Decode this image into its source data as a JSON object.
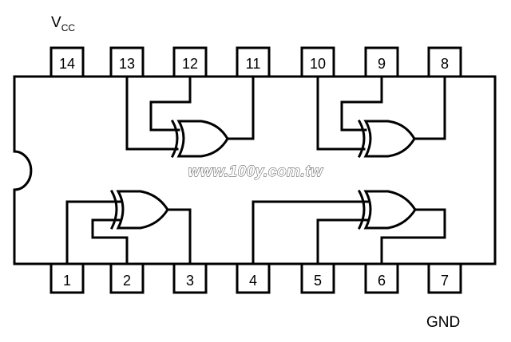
{
  "supply_label": {
    "main": "V",
    "sub": "CC"
  },
  "ground_label": "GND",
  "watermark": "www.100y.com.tw",
  "top_pins": [
    "14",
    "13",
    "12",
    "11",
    "10",
    "9",
    "8"
  ],
  "bottom_pins": [
    "1",
    "2",
    "3",
    "4",
    "5",
    "6",
    "7"
  ],
  "gate_type": "xor",
  "gate_count": 4
}
